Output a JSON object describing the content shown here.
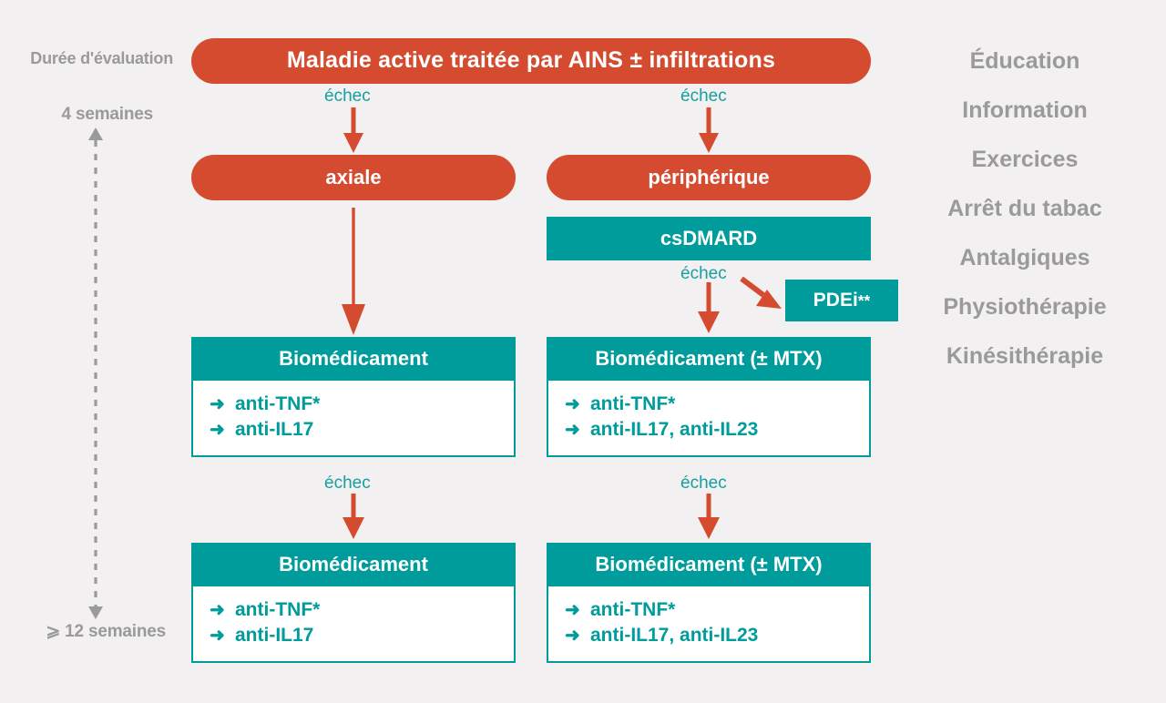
{
  "timeline": {
    "caption": "Durée d'évaluation",
    "top_label": "4 semaines",
    "bottom_label": "⩾ 12 semaines"
  },
  "flow": {
    "title": "Maladie active traitée par AINS ± infiltrations",
    "branch_left": "axiale",
    "branch_right": "périphérique",
    "csdmard": "csDMARD",
    "pdei": "PDEi",
    "pdei_superscript": "**",
    "fail_label": "échec",
    "edges": [
      {
        "name": "title-to-axiale",
        "label": "échec"
      },
      {
        "name": "title-to-peripherique",
        "label": "échec"
      },
      {
        "name": "csdmard-to-biomed",
        "label": "échec"
      },
      {
        "name": "csdmard-to-pdei",
        "label": ""
      },
      {
        "name": "axiale-to-biomed",
        "label": ""
      },
      {
        "name": "biomed-axial-to-biomed2",
        "label": "échec"
      },
      {
        "name": "biomed-periph-to-biomed2",
        "label": "échec"
      }
    ]
  },
  "cards": [
    {
      "id": "axial-mid",
      "header": "Biomédicament",
      "drugs": [
        "anti-TNF*",
        "anti-IL17"
      ]
    },
    {
      "id": "periph-mid",
      "header": "Biomédicament (± MTX)",
      "drugs": [
        "anti-TNF*",
        "anti-IL17, anti-IL23"
      ]
    },
    {
      "id": "axial-bot",
      "header": "Biomédicament",
      "drugs": [
        "anti-TNF*",
        "anti-IL17"
      ]
    },
    {
      "id": "periph-bot",
      "header": "Biomédicament (± MTX)",
      "drugs": [
        "anti-TNF*",
        "anti-IL17, anti-IL23"
      ]
    }
  ],
  "sidebar": {
    "items": [
      {
        "label": "Éducation"
      },
      {
        "label": "Information"
      },
      {
        "label": "Exercices"
      },
      {
        "label": "Arrêt du tabac"
      },
      {
        "label": "Antalgiques"
      },
      {
        "label": "Physiothérapie"
      },
      {
        "label": "Kinésithérapie"
      }
    ]
  },
  "colors": {
    "background": "#f2f0f0",
    "red": "#d44b2f",
    "teal": "#009b9b",
    "teal_text": "#16a0a0",
    "gray_text": "#9a9a9a"
  }
}
